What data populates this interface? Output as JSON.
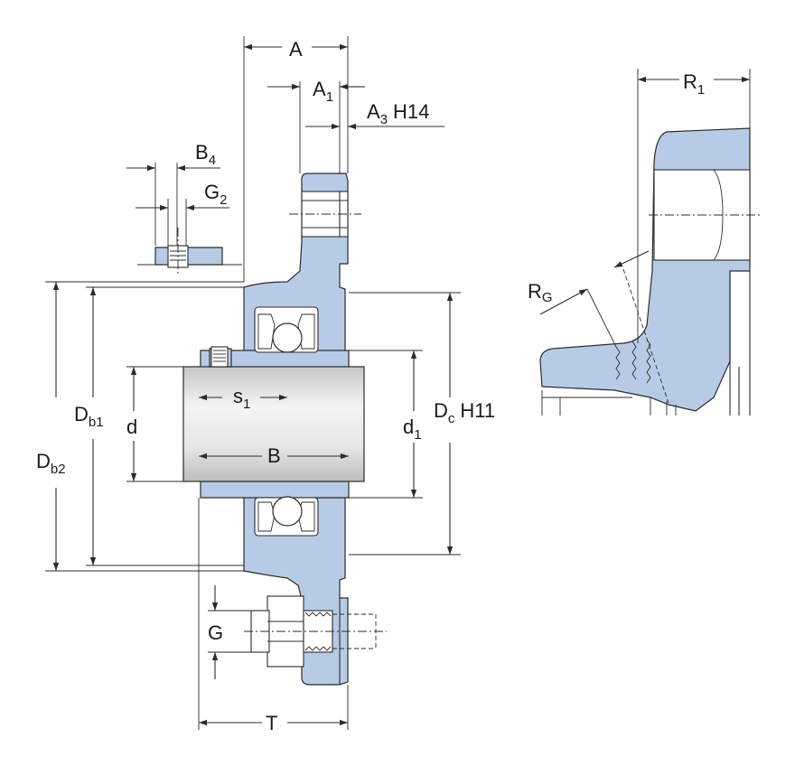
{
  "labels": {
    "A": "A",
    "A1_main": "A",
    "A1_sub": "1",
    "A3_main": "A",
    "A3_sub": "3",
    "A3_tol": "H14",
    "B4_main": "B",
    "B4_sub": "4",
    "G2_main": "G",
    "G2_sub": "2",
    "R1_main": "R",
    "R1_sub": "1",
    "RG_main": "R",
    "RG_sub": "G",
    "Db1_main": "D",
    "Db1_sub": "b1",
    "Db2_main": "D",
    "Db2_sub": "b2",
    "d": "d",
    "s1_main": "s",
    "s1_sub": "1",
    "B": "B",
    "d1_main": "d",
    "d1_sub": "1",
    "Dc_main": "D",
    "Dc_sub": "c",
    "Dc_tol": "H11",
    "G": "G",
    "T": "T"
  },
  "colors": {
    "housing_fill": "#b8cbe6",
    "outline": "#2b2b2b",
    "shaft_light": "#f2f2f2",
    "shaft_dark": "#c8c8c8"
  }
}
